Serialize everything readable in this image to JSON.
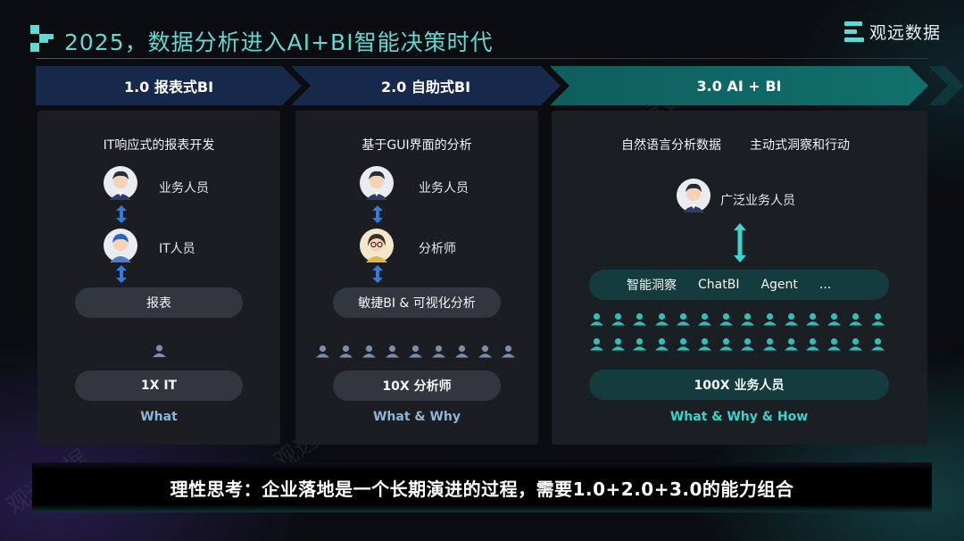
{
  "header": {
    "title": "2025，数据分析进入AI+BI智能决策时代",
    "brand_name": "观远数据",
    "accent_color": "#5fd9d1"
  },
  "stages": [
    {
      "label": "1.0 报表式BI",
      "heading": "IT响应式的报表开发",
      "roles": [
        "业务人员",
        "IT人员"
      ],
      "tool": "报表",
      "scale": "1X  IT",
      "question": "What"
    },
    {
      "label": "2.0 自助式BI",
      "heading": "基于GUI界面的分析",
      "roles": [
        "业务人员",
        "分析师"
      ],
      "tool": "敏捷BI & 可视化分析",
      "scale": "10X  分析师",
      "question": "What & Why"
    },
    {
      "label": "3.0 AI + BI",
      "heading_left": "自然语言分析数据",
      "heading_right": "主动式洞察和行动",
      "roles": [
        "广泛业务人员"
      ],
      "tools": [
        "智能洞察",
        "ChatBI",
        "Agent",
        "..."
      ],
      "scale": "100X  业务人员",
      "question": "What & Why & How"
    }
  ],
  "conclusion": "理性思考：企业落地是一个长期演进的过程，需要1.0+2.0+3.0的能力组合",
  "watermark": "观远数据",
  "icons": {
    "logo": "pixel-block-logo-icon",
    "brand": "stacked-bars-logo-icon",
    "arrow": "double-arrow-icon",
    "person": "person-silhouette-icon"
  }
}
